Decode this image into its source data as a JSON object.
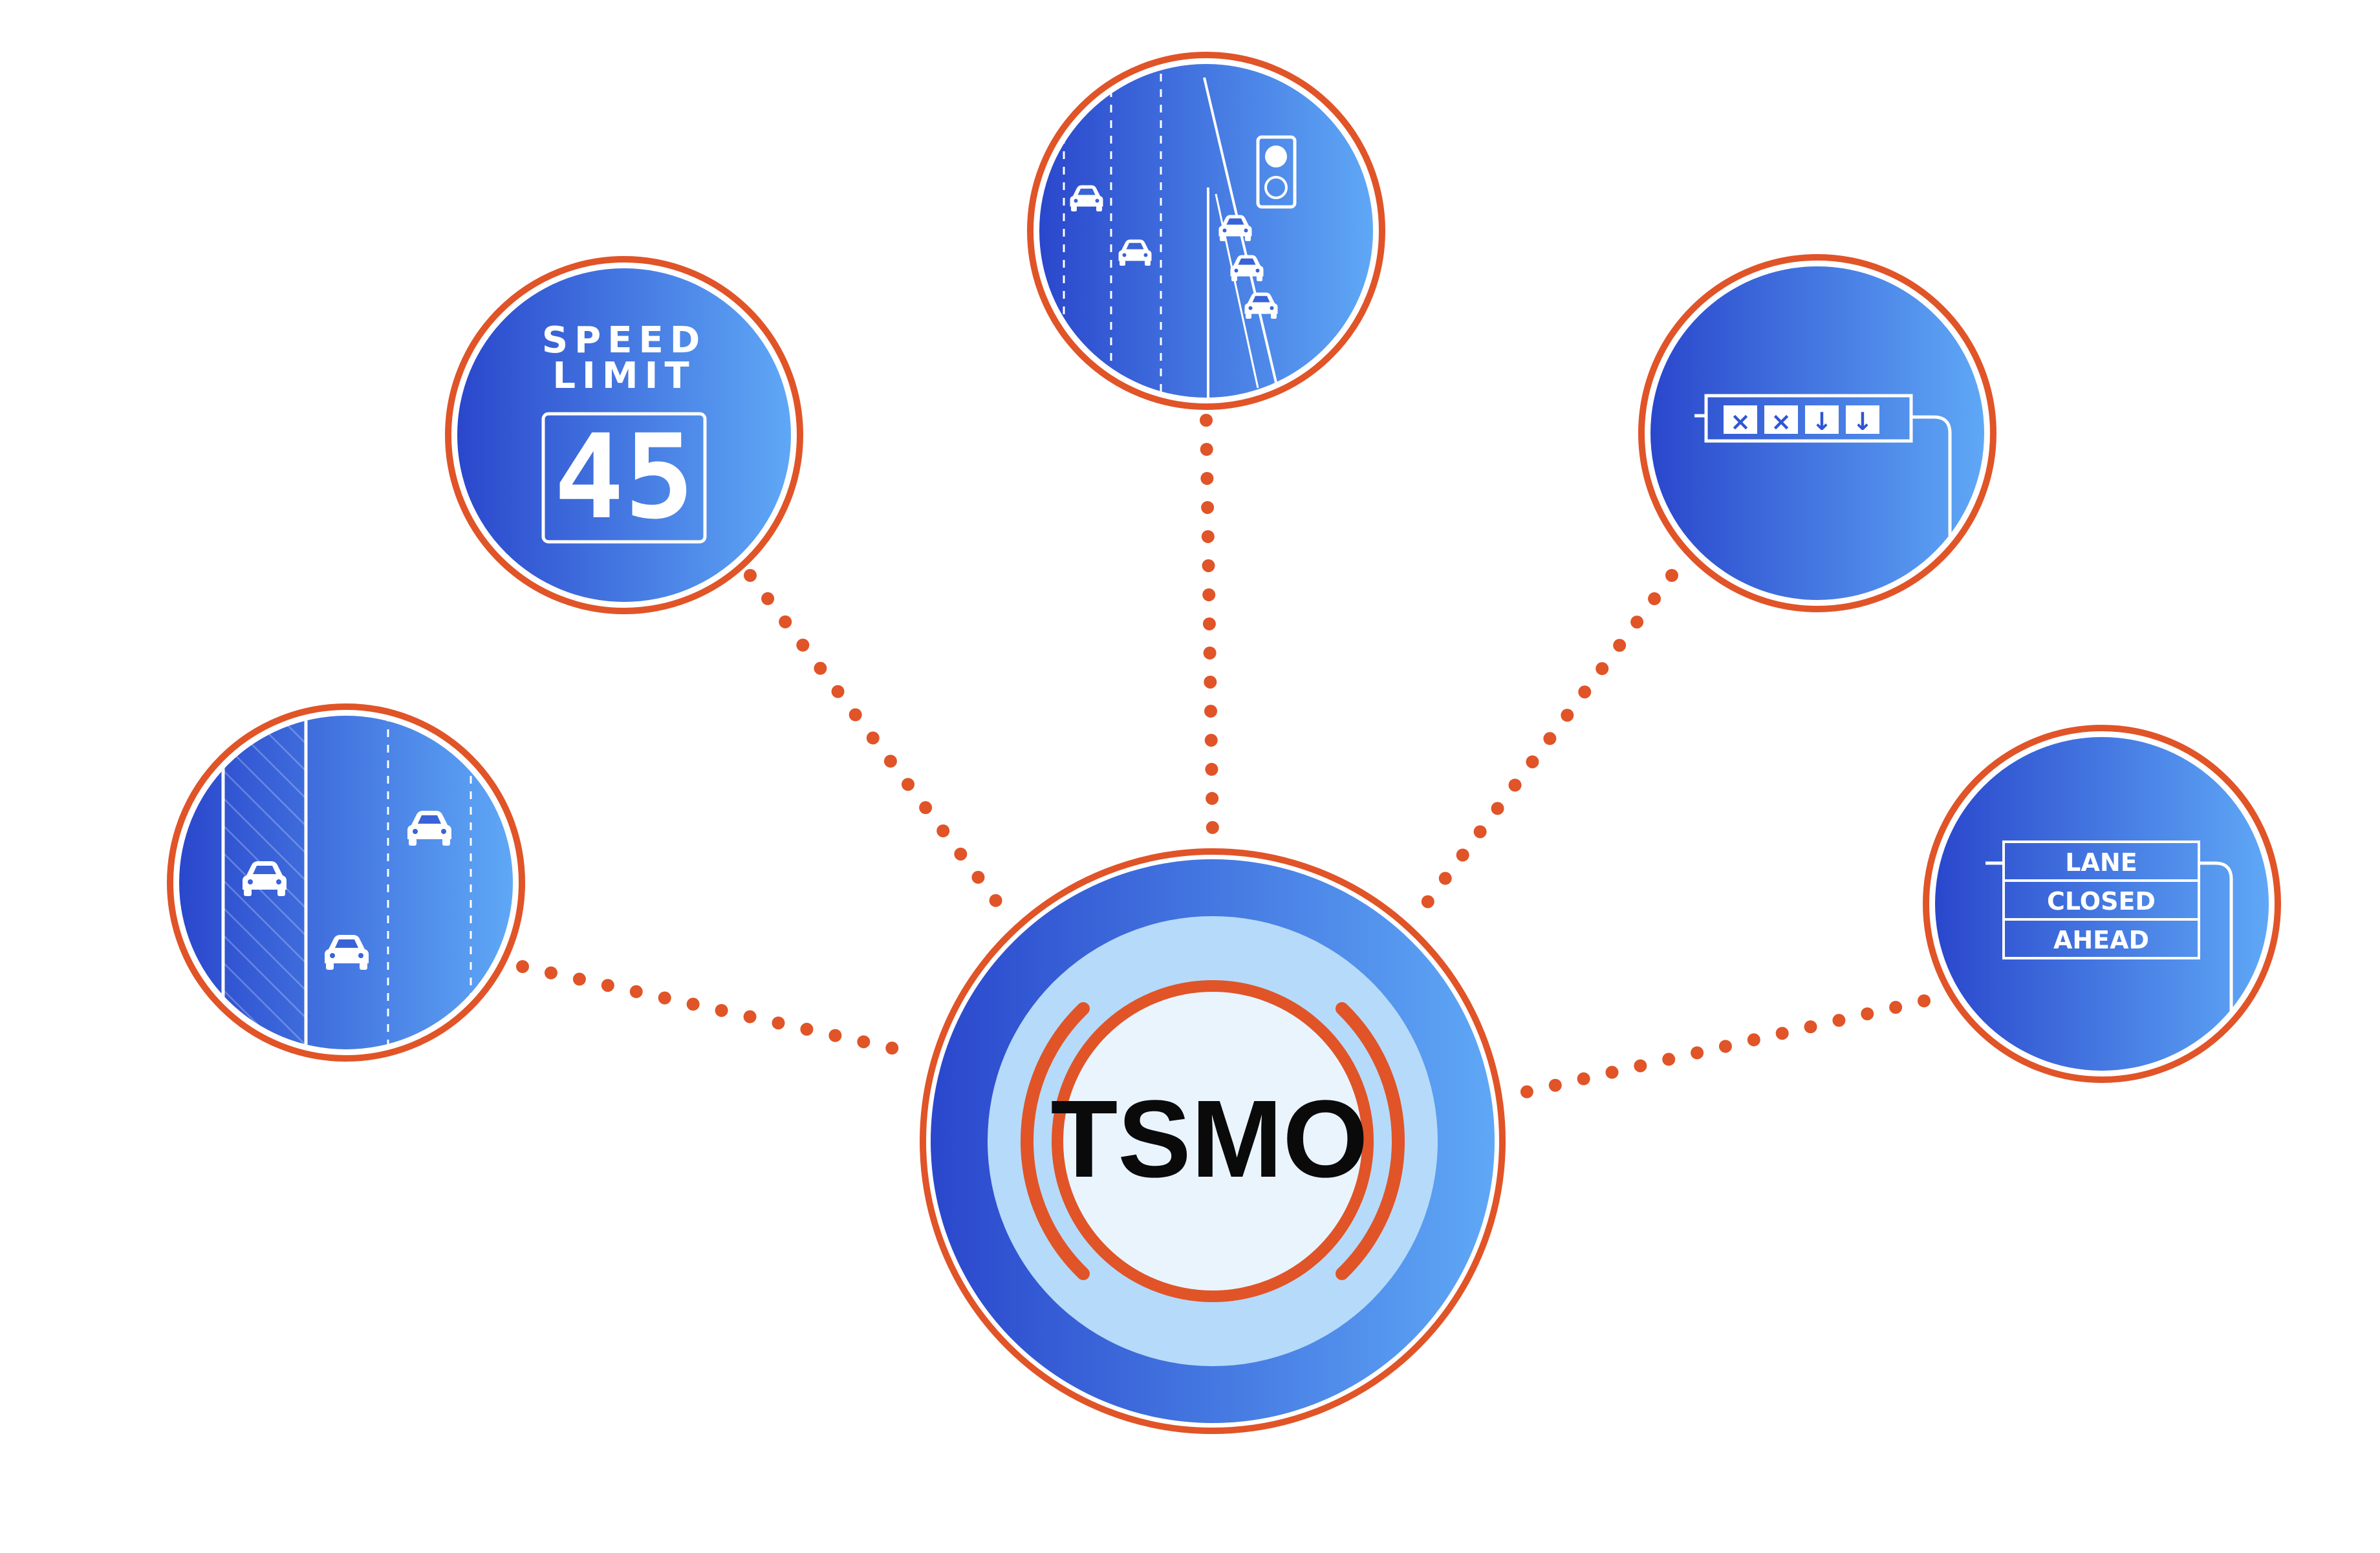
{
  "hub": {
    "label": "TSMO"
  },
  "speed_sign": {
    "line1": "SPEED",
    "line2": "LIMIT",
    "value": "45"
  },
  "lane_sign": {
    "line1": "LANE",
    "line2": "CLOSED",
    "line3": "AHEAD"
  },
  "lane_control": {
    "symbols": [
      "×",
      "×",
      "↓",
      "↓"
    ]
  },
  "colors": {
    "ring": "#e05428",
    "blue_dark": "#2a47cc",
    "blue_light": "#5fa8f6",
    "hub_inner": "#b6daf9",
    "hub_core": "#eaf4fd"
  }
}
